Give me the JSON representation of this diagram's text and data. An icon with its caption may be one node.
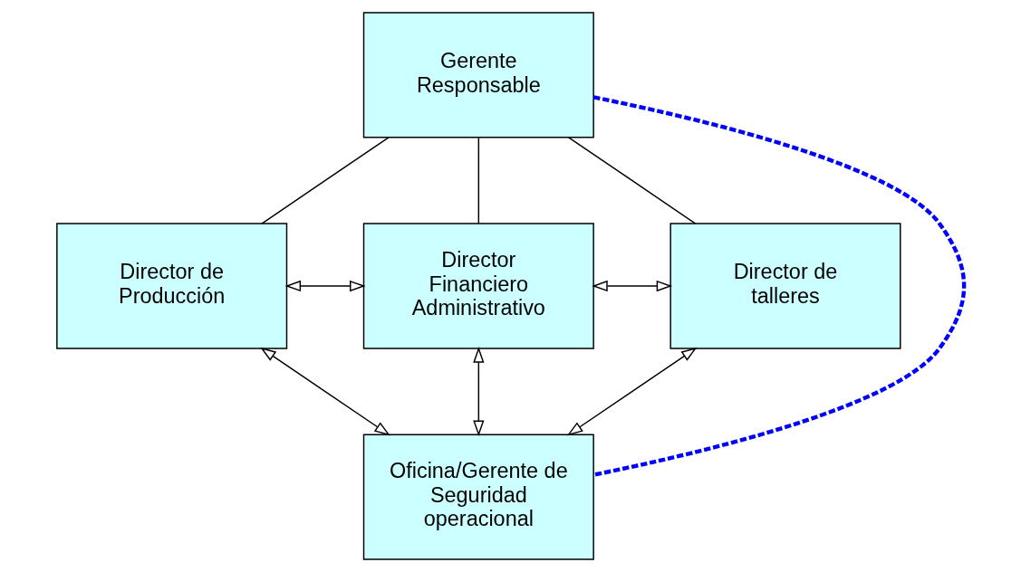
{
  "diagram": {
    "nodes": [
      {
        "text": [
          "Gerente Responsable"
        ]
      },
      {
        "text": [
          "Director de Producción"
        ]
      },
      {
        "text": [
          "Director Financiero Administrativo"
        ]
      },
      {
        "text": [
          "Director de talleres"
        ]
      },
      {
        "text": [
          "Oficina/Gerente de Seguridad operacional"
        ]
      }
    ],
    "edges": [
      {
        "from": 0,
        "to": 1,
        "arrow": "none"
      },
      {
        "from": 0,
        "to": 2,
        "arrow": "none"
      },
      {
        "from": 0,
        "to": 3,
        "arrow": "none"
      },
      {
        "from": 1,
        "to": 2,
        "arrow": "both"
      },
      {
        "from": 2,
        "to": 3,
        "arrow": "both"
      },
      {
        "from": 1,
        "to": 4,
        "arrow": "both"
      },
      {
        "from": 2,
        "to": 4,
        "arrow": "both"
      },
      {
        "from": 3,
        "to": 4,
        "arrow": "both"
      },
      {
        "from": 0,
        "to": 4,
        "arrow": "none",
        "style": "dashed",
        "color": "#0000ff"
      }
    ]
  }
}
